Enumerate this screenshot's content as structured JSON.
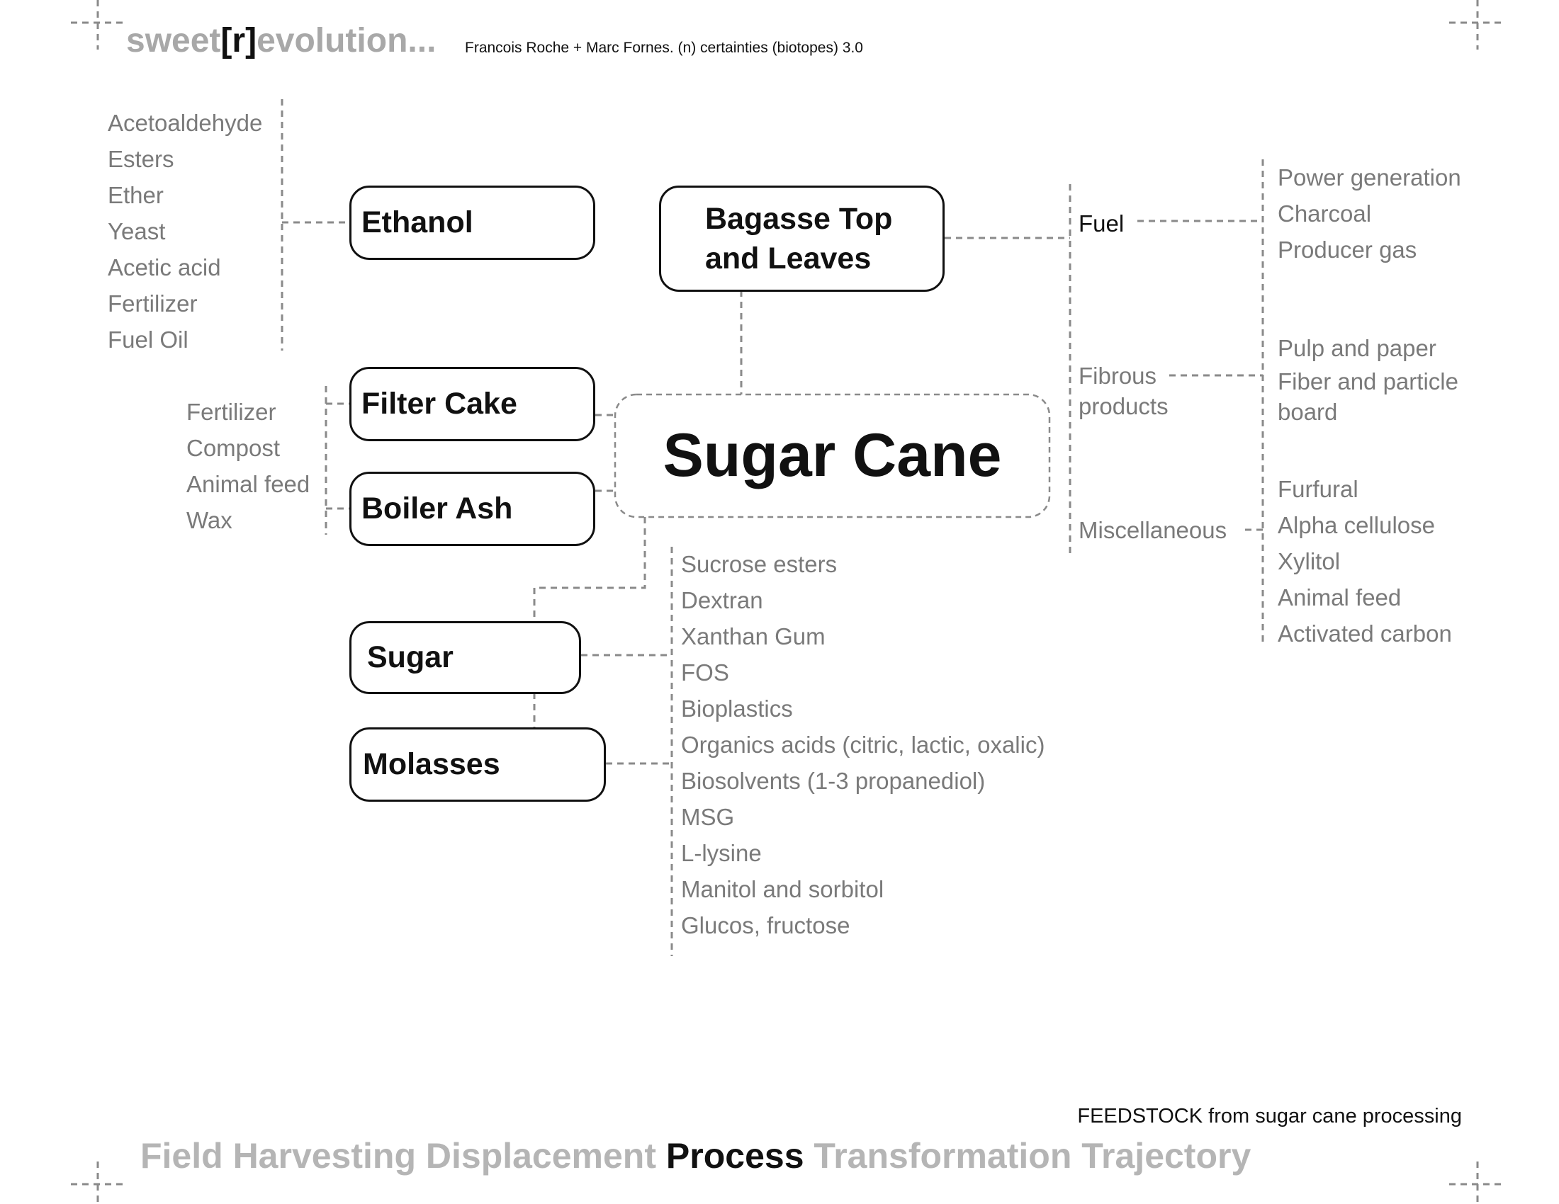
{
  "header": {
    "brand_pre": "sweet",
    "brand_mid": "[r]",
    "brand_post": "evolution...",
    "credit": "Francois Roche + Marc Fornes. (n) certainties (biotopes) 3.0"
  },
  "center": {
    "label": "Sugar Cane"
  },
  "ethanol": {
    "label": "Ethanol",
    "items": [
      "Acetoaldehyde",
      "Esters",
      "Ether",
      "Yeast",
      "Acetic acid",
      "Fertilizer",
      "Fuel Oil"
    ]
  },
  "filter_cake": {
    "label": "Filter Cake"
  },
  "boiler_ash": {
    "label": "Boiler Ash"
  },
  "cake_ash_items": [
    "Fertilizer",
    "Compost",
    "Animal feed",
    "Wax"
  ],
  "bagasse": {
    "line1": "Bagasse Top",
    "line2": "and Leaves"
  },
  "fuel": {
    "label": "Fuel",
    "items": [
      "Power generation",
      "Charcoal",
      "Producer gas"
    ]
  },
  "fibrous": {
    "line1": "Fibrous",
    "line2": "products",
    "items_line1": "Pulp and paper",
    "items_line2": "Fiber and particle",
    "items_line3": "board"
  },
  "misc": {
    "label": "Miscellaneous",
    "items": [
      "Furfural",
      "Alpha cellulose",
      "Xylitol",
      "Animal feed",
      "Activated carbon"
    ]
  },
  "sugar": {
    "label": "Sugar"
  },
  "molasses": {
    "label": "Molasses"
  },
  "sugar_items": [
    "Sucrose esters",
    "Dextran",
    "Xanthan Gum",
    "FOS",
    "Bioplastics",
    "Organics acids (citric, lactic, oxalic)",
    "Biosolvents (1-3 propanediol)",
    "MSG",
    "L-lysine",
    "Manitol and sorbitol",
    "Glucos, fructose"
  ],
  "footer": {
    "caption": "FEEDSTOCK from sugar cane processing",
    "t1": "Field Harvesting Displacement",
    "t2": "Process",
    "t3": "Transformation Trajectory"
  }
}
